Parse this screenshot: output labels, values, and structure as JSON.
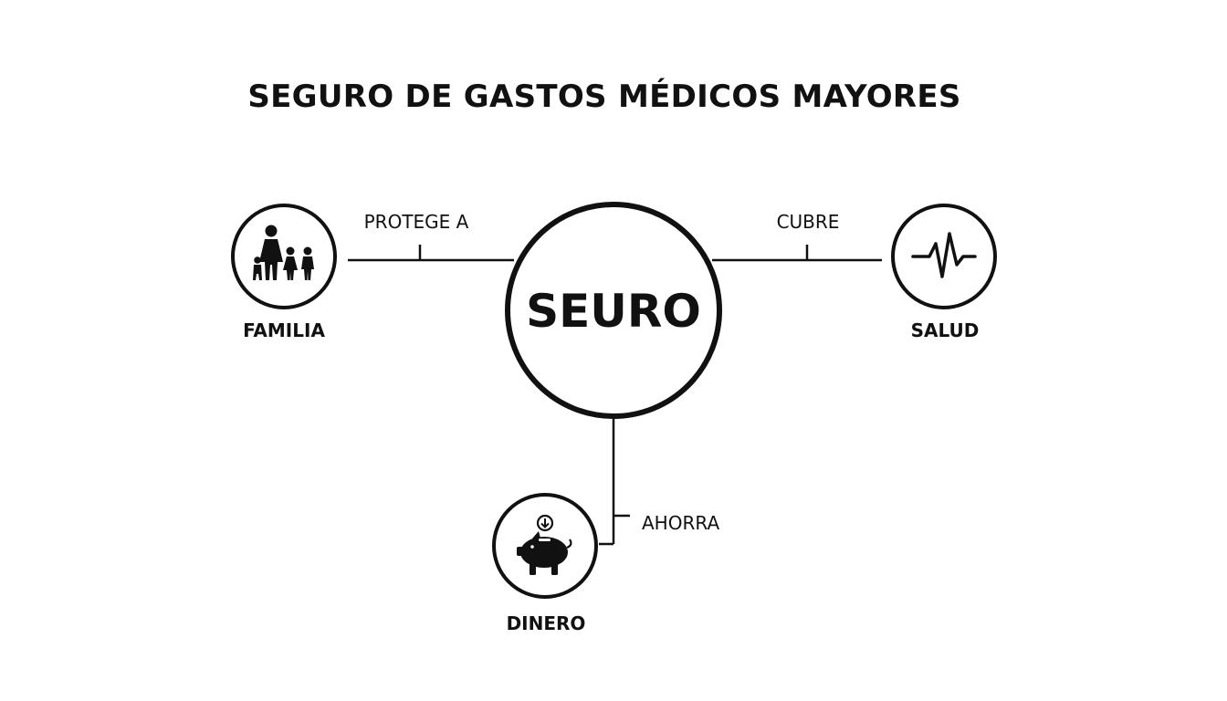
{
  "title": "SEGURO DE GASTOS MÉDICOS MAYORES",
  "center": {
    "label": "SEURO"
  },
  "nodes": {
    "familia": {
      "label": "FAMILIA",
      "icon": "family-icon"
    },
    "salud": {
      "label": "SALUD",
      "icon": "heartbeat-icon"
    },
    "dinero": {
      "label": "DINERO",
      "icon": "piggy-bank-icon"
    }
  },
  "edges": {
    "protege": {
      "label": "PROTEGE A"
    },
    "cubre": {
      "label": "CUBRE"
    },
    "ahorra": {
      "label": "AHORRA"
    }
  },
  "colors": {
    "ink": "#111111",
    "background": "#ffffff"
  }
}
